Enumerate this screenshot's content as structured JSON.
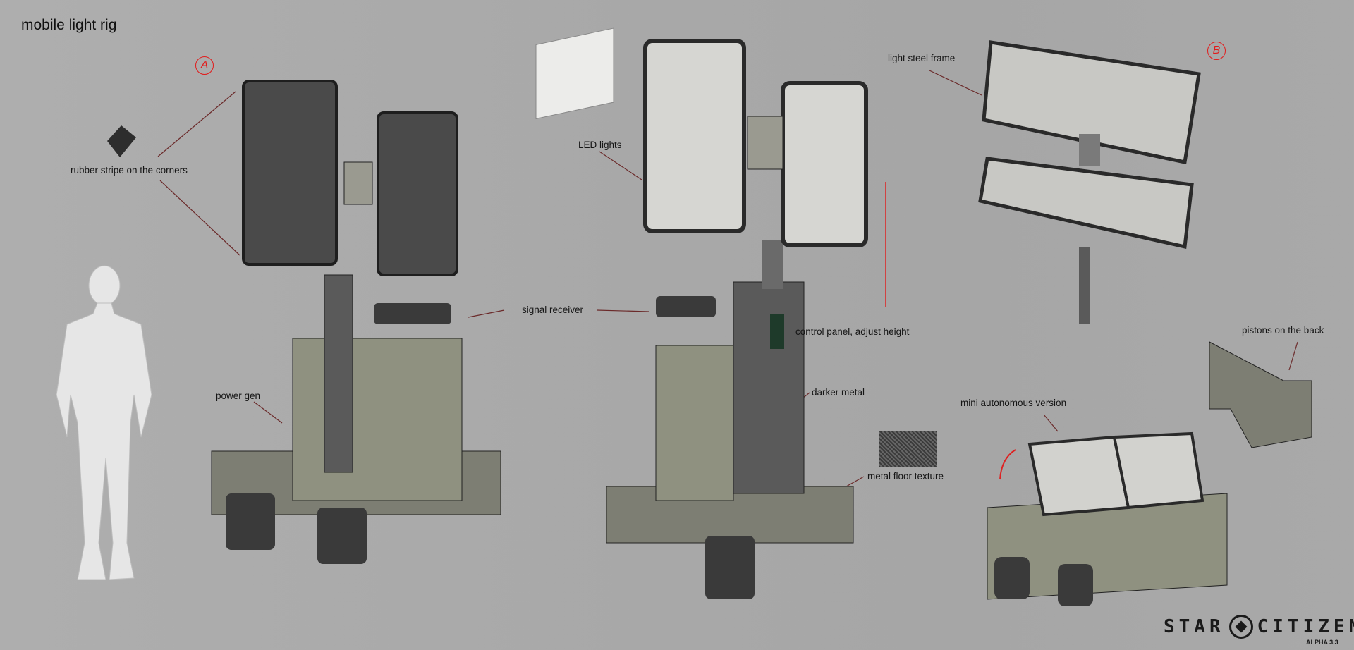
{
  "title": "mobile light rig",
  "markers": {
    "a": "A",
    "b": "B"
  },
  "annotations": {
    "rubber_stripe": "rubber stripe on the corners",
    "power_gen": "power gen",
    "signal_receiver": "signal receiver",
    "led_lights": "LED lights",
    "control_panel": "control panel, adjust height",
    "darker_metal": "darker metal",
    "metal_floor": "metal floor texture",
    "light_steel_frame": "light steel frame",
    "pistons": "pistons on the back",
    "mini_version": "mini autonomous version"
  },
  "logo": {
    "left": "STAR",
    "right": "CITIZEN",
    "registered": "®",
    "version": "ALPHA 3.3"
  },
  "colors": {
    "accent_red": "#e21b1b",
    "leader_line": "#6b2a2a",
    "panel_dark": "#4a4a4a",
    "body_olive": "#8f9180"
  }
}
